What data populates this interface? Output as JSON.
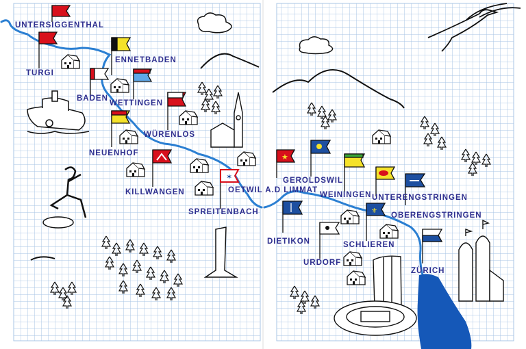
{
  "map": {
    "places": {
      "untersiggenthal": "UNTERSIGGENTHAL",
      "turgi": "TURGI",
      "ennetbaden": "ENNETBADEN",
      "baden": "BADEN",
      "wettingen": "WETTINGEN",
      "wuerenlos": "WÜRENLOS",
      "neuenhof": "NEUENHOF",
      "killwangen": "KILLWANGEN",
      "oetwil": "OETWIL A.D LIMMAT",
      "spreitenbach": "SPREITENBACH",
      "geroldswil": "GEROLDSWIL",
      "weiningen": "WEININGEN",
      "unterengstringen": "UNTERENGSTRINGEN",
      "oberengstringen": "OBERENGSTRINGEN",
      "dietikon": "DIETIKON",
      "schlieren": "SCHLIEREN",
      "urdorf": "URDORF",
      "zuerich": "ZÜRICH"
    },
    "colors": {
      "grid": "#a8c4e6",
      "river": "#2b7fd2",
      "lake": "#1558b8",
      "label": "#2e2f8f",
      "flag_red": "#d8101c",
      "flag_blue": "#1d4fa0",
      "flag_yellow": "#f5e22a",
      "flag_green": "#3aa537"
    }
  }
}
